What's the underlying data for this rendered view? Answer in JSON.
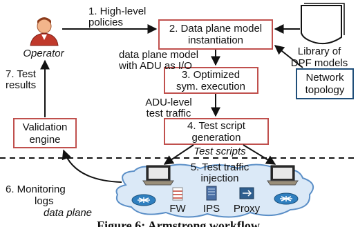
{
  "operator": {
    "label": "Operator"
  },
  "edges": {
    "policies_line1": "1. High-level",
    "policies_line2": "policies",
    "dpm_io_line1": "data plane model",
    "dpm_io_line2": "with ADU as I/O",
    "adu_line1": "ADU-level",
    "adu_line2": "test traffic",
    "test_scripts": "Test scripts",
    "test_results_line1": "7. Test",
    "test_results_line2": "results",
    "monitoring_line1": "6. Monitoring",
    "monitoring_line2": "logs"
  },
  "boxes": {
    "instantiation_line1": "2. Data plane model",
    "instantiation_line2": "instantiation",
    "symexec_line1": "3. Optimized",
    "symexec_line2": "sym. execution",
    "script_line1": "4. Test script",
    "script_line2": "generation",
    "validation_line1": "Validation",
    "validation_line2": "engine",
    "topology_line1": "Network",
    "topology_line2": "topology"
  },
  "library": {
    "line1": "Library of",
    "line2": "DPF models"
  },
  "injection": {
    "line1": "5. Test traffic",
    "line2": "injection"
  },
  "dataplane": {
    "label": "data plane",
    "fw": "FW",
    "ips": "IPS",
    "proxy": "Proxy"
  },
  "caption": "Figure 6: Armstrong workflow"
}
